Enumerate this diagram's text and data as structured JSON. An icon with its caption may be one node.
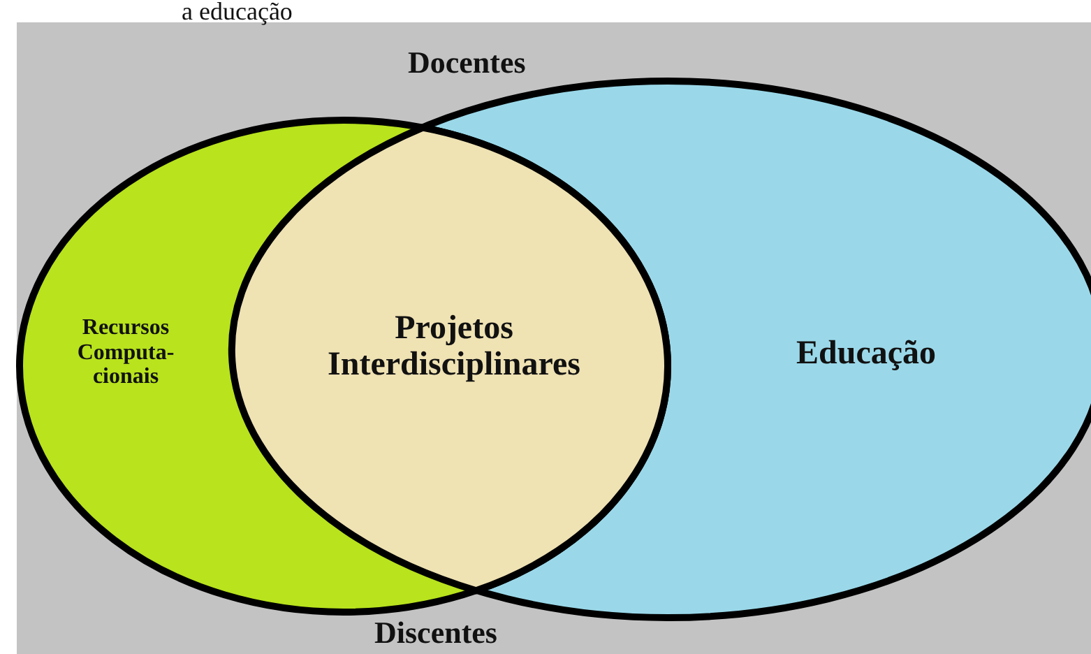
{
  "diagram": {
    "nodes": [
      {
        "text": [
          "Recursos Computa- cionais"
        ]
      },
      {
        "text": [
          "Projetos Interdisciplinares"
        ]
      },
      {
        "text": [
          "Educação"
        ]
      }
    ],
    "labels": [
      "a educação",
      "Docentes",
      "Discentes"
    ]
  }
}
